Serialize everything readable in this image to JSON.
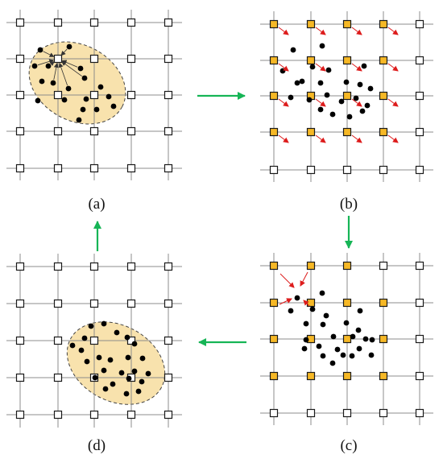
{
  "panels": {
    "a": {
      "label": "(a)"
    },
    "b": {
      "label": "(b)"
    },
    "c": {
      "label": "(c)"
    },
    "d": {
      "label": "(d)"
    }
  },
  "colors": {
    "grid": "#8c8c8c",
    "node": "#ffffff",
    "active_node": "#f6b826",
    "region": "#f8e2ad",
    "particle": "#000000",
    "vector": "#dd1c1c",
    "cycle_arrow": "#16b556"
  },
  "cycle": [
    "a",
    "b",
    "c",
    "d"
  ]
}
